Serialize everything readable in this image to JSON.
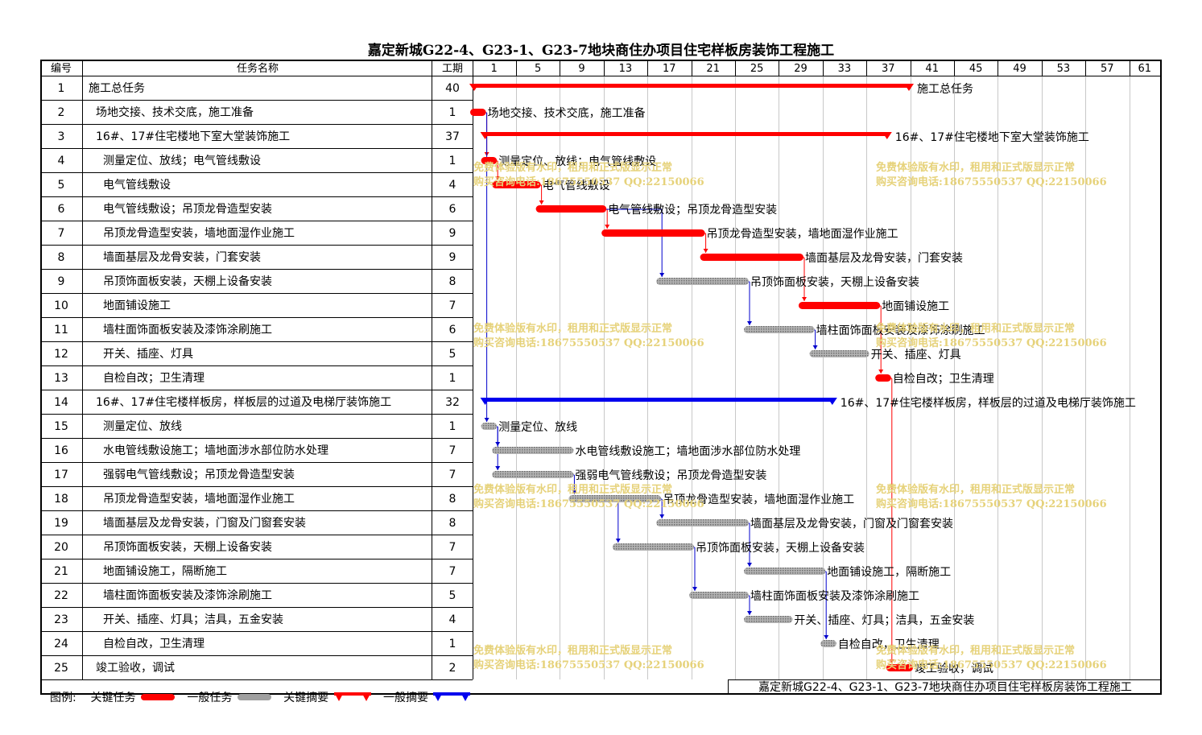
{
  "title": "嘉定新城G22-4、G23-1、G23-7地块商住办项目住宅样板房装饰工程施工",
  "headers": {
    "id": "编号",
    "name": "任务名称",
    "duration": "工期"
  },
  "timescale": [
    1,
    5,
    9,
    13,
    17,
    21,
    25,
    29,
    33,
    37,
    41,
    45,
    49,
    53,
    57,
    61
  ],
  "colors": {
    "critical": "#ff0000",
    "normal": "#a0a0a0",
    "summary_critical": "#ff0000",
    "summary_normal": "#0000ee",
    "link_critical": "#ff0000",
    "link_normal": "#0000cc"
  },
  "chart_data": {
    "type": "gantt",
    "title": "嘉定新城G22-4、G23-1、G23-7地块商住办项目住宅样板房装饰工程施工",
    "x_unit": "day",
    "xlim": [
      1,
      63
    ],
    "tasks": [
      {
        "id": 1,
        "name": "施工总任务",
        "indent": 0,
        "duration": 40,
        "start": 1,
        "end": 41,
        "kind": "summary_critical"
      },
      {
        "id": 2,
        "name": "场地交接、技术交底，施工准备",
        "indent": 1,
        "duration": 1,
        "start": 1,
        "end": 2,
        "kind": "critical"
      },
      {
        "id": 3,
        "name": "16#、17#住宅楼地下室大堂装饰施工",
        "indent": 1,
        "duration": 37,
        "start": 2,
        "end": 39,
        "kind": "summary_critical"
      },
      {
        "id": 4,
        "name": "测量定位、放线；电气管线敷设",
        "indent": 2,
        "duration": 1,
        "start": 2,
        "end": 3,
        "kind": "critical"
      },
      {
        "id": 5,
        "name": "电气管线敷设",
        "indent": 2,
        "duration": 4,
        "start": 3,
        "end": 7,
        "kind": "critical"
      },
      {
        "id": 6,
        "name": "电气管线敷设；吊顶龙骨造型安装",
        "indent": 2,
        "duration": 6,
        "start": 7,
        "end": 13,
        "kind": "critical"
      },
      {
        "id": 7,
        "name": "吊顶龙骨造型安装，墙地面湿作业施工",
        "indent": 2,
        "duration": 9,
        "start": 13,
        "end": 22,
        "kind": "critical"
      },
      {
        "id": 8,
        "name": "墙面基层及龙骨安装，门套安装",
        "indent": 2,
        "duration": 9,
        "start": 22,
        "end": 31,
        "kind": "critical"
      },
      {
        "id": 9,
        "name": "吊顶饰面板安装，天棚上设备安装",
        "indent": 2,
        "duration": 8,
        "start": 18,
        "end": 26,
        "kind": "normal"
      },
      {
        "id": 10,
        "name": "地面铺设施工",
        "indent": 2,
        "duration": 7,
        "start": 31,
        "end": 38,
        "kind": "critical"
      },
      {
        "id": 11,
        "name": "墙柱面饰面板安装及漆饰涂刷施工",
        "indent": 2,
        "duration": 6,
        "start": 26,
        "end": 32,
        "kind": "normal"
      },
      {
        "id": 12,
        "name": "开关、插座、灯具",
        "indent": 2,
        "duration": 5,
        "start": 32,
        "end": 37,
        "kind": "normal"
      },
      {
        "id": 13,
        "name": "自检自改；卫生清理",
        "indent": 2,
        "duration": 1,
        "start": 38,
        "end": 39,
        "kind": "critical"
      },
      {
        "id": 14,
        "name": "16#、17#住宅楼样板房，样板层的过道及电梯厅装饰施工",
        "indent": 1,
        "duration": 32,
        "start": 2,
        "end": 34,
        "kind": "summary_normal"
      },
      {
        "id": 15,
        "name": "测量定位、放线",
        "indent": 2,
        "duration": 1,
        "start": 2,
        "end": 3,
        "kind": "normal"
      },
      {
        "id": 16,
        "name": "水电管线敷设施工；墙地面涉水部位防水处理",
        "indent": 2,
        "duration": 7,
        "start": 3,
        "end": 10,
        "kind": "normal"
      },
      {
        "id": 17,
        "name": "强弱电气管线敷设；吊顶龙骨造型安装",
        "indent": 2,
        "duration": 7,
        "start": 3,
        "end": 10,
        "kind": "normal"
      },
      {
        "id": 18,
        "name": "吊顶龙骨造型安装，墙地面湿作业施工",
        "indent": 2,
        "duration": 8,
        "start": 10,
        "end": 18,
        "kind": "normal"
      },
      {
        "id": 19,
        "name": "墙面基层及龙骨安装，门窗及门窗套安装",
        "indent": 2,
        "duration": 8,
        "start": 18,
        "end": 26,
        "kind": "normal"
      },
      {
        "id": 20,
        "name": "吊顶饰面板安装，天棚上设备安装",
        "indent": 2,
        "duration": 7,
        "start": 14,
        "end": 21,
        "kind": "normal"
      },
      {
        "id": 21,
        "name": "地面铺设施工，隔断施工",
        "indent": 2,
        "duration": 7,
        "start": 26,
        "end": 33,
        "kind": "normal"
      },
      {
        "id": 22,
        "name": "墙柱面饰面板安装及漆饰涂刷施工",
        "indent": 2,
        "duration": 5,
        "start": 21,
        "end": 26,
        "kind": "normal"
      },
      {
        "id": 23,
        "name": "开关、插座、灯具；洁具，五金安装",
        "indent": 2,
        "duration": 4,
        "start": 26,
        "end": 30,
        "kind": "normal"
      },
      {
        "id": 24,
        "name": "自检自改，卫生清理",
        "indent": 2,
        "duration": 1,
        "start": 33,
        "end": 34,
        "kind": "normal"
      },
      {
        "id": 25,
        "name": "竣工验收，调试",
        "indent": 1,
        "duration": 2,
        "start": 39,
        "end": 41,
        "kind": "critical"
      }
    ],
    "links": [
      [
        2,
        4
      ],
      [
        4,
        5
      ],
      [
        5,
        6
      ],
      [
        6,
        7
      ],
      [
        7,
        8
      ],
      [
        6,
        9
      ],
      [
        8,
        10
      ],
      [
        9,
        11
      ],
      [
        11,
        12
      ],
      [
        10,
        13
      ],
      [
        13,
        25
      ],
      [
        2,
        15
      ],
      [
        15,
        16
      ],
      [
        15,
        17
      ],
      [
        17,
        18
      ],
      [
        18,
        19
      ],
      [
        18,
        20
      ],
      [
        19,
        21
      ],
      [
        20,
        22
      ],
      [
        22,
        23
      ],
      [
        21,
        24
      ]
    ]
  },
  "watermark": {
    "line1": "免费体验版有水印，租用和正式版显示正常",
    "line2": "购买咨询电话:18675550537 QQ:22150066"
  },
  "legend": {
    "title": "图例:",
    "critical": "关键任务",
    "normal": "一般任务",
    "summary_critical": "关键摘要",
    "summary_normal": "一般摘要"
  },
  "footer_note": "嘉定新城G22-4、G23-1、G23-7地块商住办项目住宅样板房装饰工程施工"
}
